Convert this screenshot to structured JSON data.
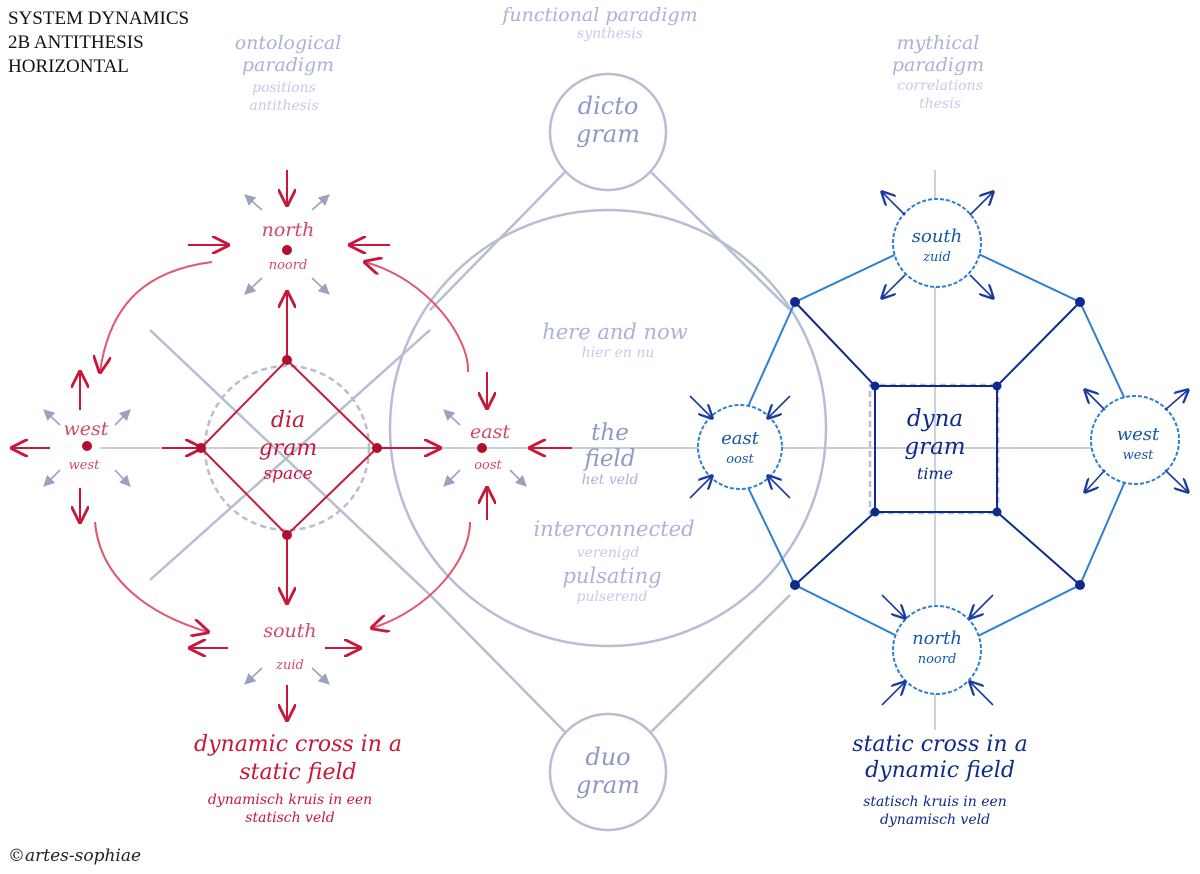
{
  "header": {
    "line1": "SYSTEM DYNAMICS",
    "line2": "2B ANTITHESIS",
    "line3": "HORIZONTAL"
  },
  "top_center": {
    "title": "functional paradigm",
    "sub": "synthesis"
  },
  "top_left": {
    "line1": "ontological",
    "line2": "paradigm",
    "sub1": "positions",
    "sub2": "antithesis"
  },
  "top_right": {
    "line1": "mythical",
    "line2": "paradigm",
    "sub1": "correlations",
    "sub2": "thesis"
  },
  "dictogram": {
    "line1": "dicto",
    "line2": "gram"
  },
  "duogram": {
    "line1": "duo",
    "line2": "gram"
  },
  "center": {
    "here": "here and now",
    "here_nl": "hier en nu",
    "field1": "the",
    "field2": "field",
    "field_nl": "het veld",
    "inter": "interconnected",
    "inter_nl": "verenigd",
    "puls": "pulsating",
    "puls_nl": "pulserend"
  },
  "left": {
    "diagram1": "dia",
    "diagram2": "gram",
    "diagram3": "space",
    "north": "north",
    "north_nl": "noord",
    "south": "south",
    "south_nl": "zuid",
    "west": "west",
    "west_nl": "west",
    "east": "east",
    "east_nl": "oost",
    "caption1": "dynamic cross in a",
    "caption2": "static field",
    "caption_nl1": "dynamisch kruis in een",
    "caption_nl2": "statisch veld"
  },
  "right": {
    "dyna1": "dyna",
    "dyna2": "gram",
    "dyna3": "time",
    "south": "south",
    "south_nl": "zuid",
    "north": "north",
    "north_nl": "noord",
    "east": "east",
    "east_nl": "oost",
    "west": "west",
    "west_nl": "west",
    "caption1": "static cross in a",
    "caption2": "dynamic field",
    "caption_nl1": "statisch kruis in een",
    "caption_nl2": "dynamisch veld"
  },
  "copyright": "©artes-sophiae",
  "colors": {
    "red": "#c8173a",
    "blue": "#1f6fc4",
    "navy": "#0e2a8a",
    "faint": "#aab3d6",
    "grey": "#b7bdd2"
  }
}
